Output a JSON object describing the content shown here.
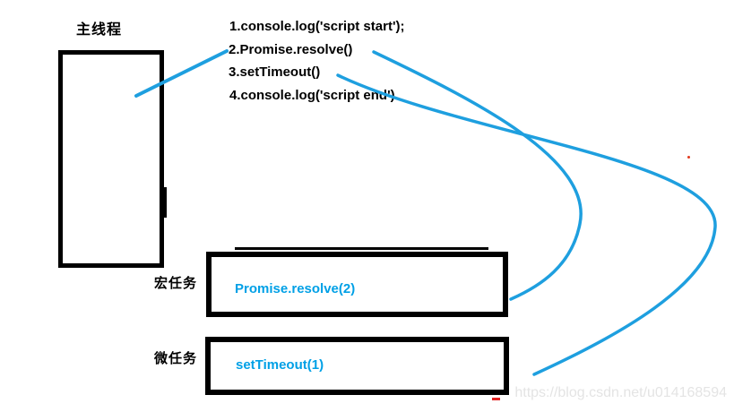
{
  "diagram": {
    "main_thread_label": "主线程",
    "macro_task_label": "宏任务",
    "micro_task_label": "微任务",
    "code_lines": [
      "1.console.log('script start');",
      "2.Promise.resolve()",
      "3.setTimeout()",
      "4.console.log('script end')"
    ],
    "macro_queue_item": "Promise.resolve(2)",
    "micro_queue_item": "setTimeout(1)"
  },
  "watermark": "https://blog.csdn.net/u014168594",
  "colors": {
    "line_blue": "#1E9FDF",
    "queue_text_blue": "#00A0E6",
    "box_border": "#000000",
    "watermark_gray": "#E4E4E4",
    "artifact_red": "#E22222"
  }
}
